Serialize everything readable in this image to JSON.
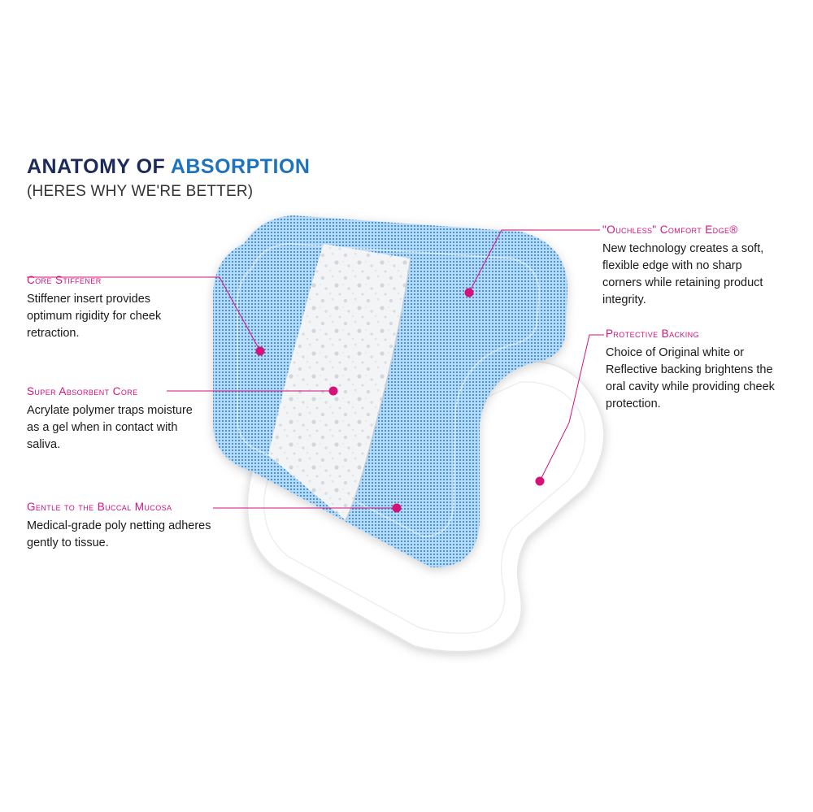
{
  "heading": {
    "title_part1": "ANATOMY OF ",
    "title_part2": "ABSORPTION",
    "subtitle": "(HERES WHY WE'RE BETTER)"
  },
  "colors": {
    "navy": "#1d2a5a",
    "blue_accent": "#1e73be",
    "magenta": "#d4127a",
    "pad_blue": "#9cc9ec",
    "mesh_blue": "#3f8fd6"
  },
  "callouts": {
    "core_stiffener": {
      "title": "Core Stiffener",
      "text": "Stiffener insert provides optimum rigidity for cheek retraction."
    },
    "super_absorbent_core": {
      "title": "Super Absorbent Core",
      "text": "Acrylate polymer traps moisture as a gel when in contact with saliva."
    },
    "gentle_buccal": {
      "title": "Gentle to the Buccal Mucosa",
      "text": "Medical-grade poly netting adheres gently to tissue."
    },
    "ouchless_edge": {
      "title": "\"Ouchless\" Comfort Edge®",
      "text": "New technology creates a soft, flexible edge with no sharp corners while retaining product integrity."
    },
    "protective_backing": {
      "title": "Protective Backing",
      "text": "Choice of Original white or Reflective backing brightens the oral cavity while providing cheek protection."
    }
  }
}
